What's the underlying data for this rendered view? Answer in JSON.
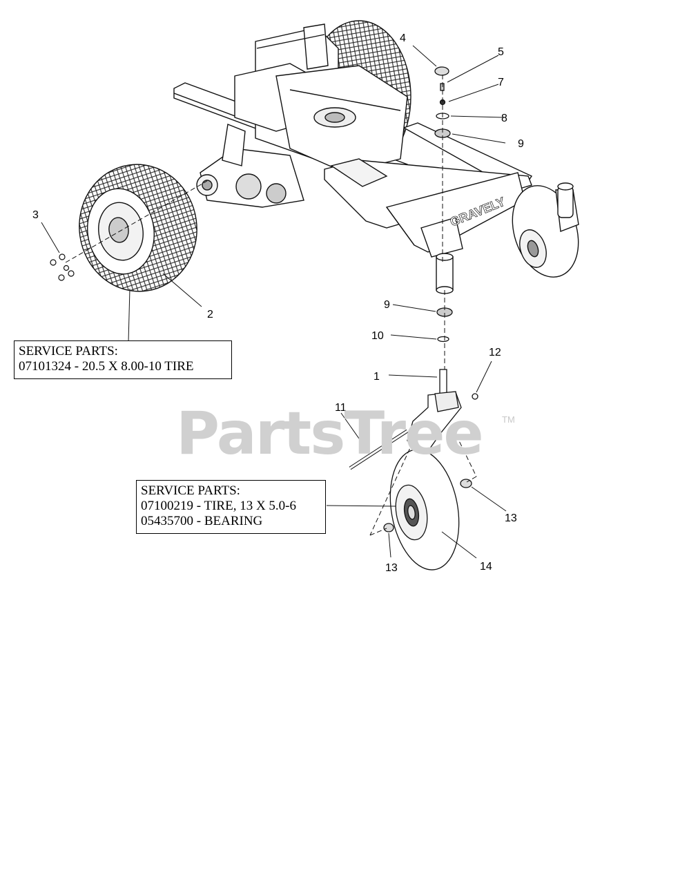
{
  "callouts": {
    "c1": "1",
    "c2": "2",
    "c3": "3",
    "c4": "4",
    "c5": "5",
    "c7": "7",
    "c8": "8",
    "c9a": "9",
    "c9b": "9",
    "c10": "10",
    "c11": "11",
    "c12": "12",
    "c13a": "13",
    "c13b": "13",
    "c14": "14"
  },
  "rear_service": {
    "title": "SERVICE PARTS:",
    "line1": "07101324 - 20.5 X 8.00-10 TIRE"
  },
  "front_service": {
    "title": "SERVICE PARTS:",
    "line1": "07100219 - TIRE, 13 X 5.0-6",
    "line2": "05435700 - BEARING"
  },
  "frame_brand": "GRAVELY",
  "watermark": {
    "text": "PartsTree",
    "tm": "TM"
  }
}
